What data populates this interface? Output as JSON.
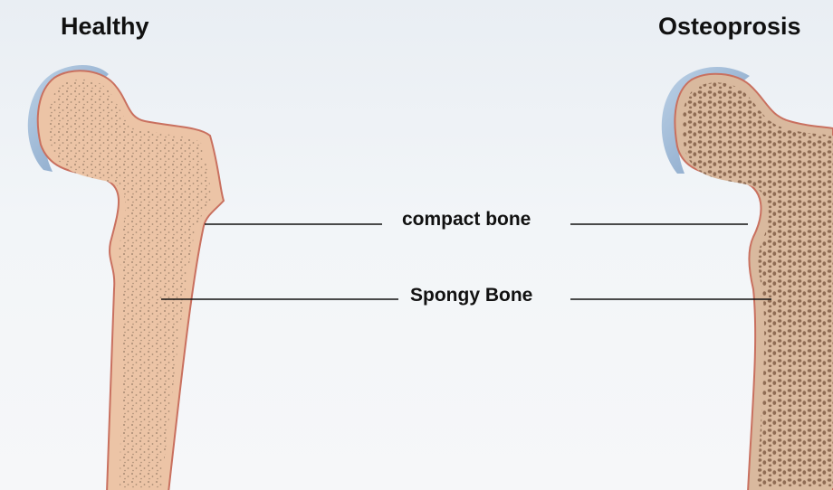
{
  "titles": {
    "healthy": "Healthy",
    "osteoporosis": "Osteoprosis"
  },
  "labels": {
    "compact": "compact bone",
    "spongy": "Spongy Bone"
  },
  "colors": {
    "bone_fill": "#ecc4a6",
    "bone_outline": "#c9705f",
    "cartilage": "#9cb8d6",
    "pore_healthy": "#a98c74",
    "pore_osteo": "#8f6c54",
    "osteo_matrix": "#d9b99e",
    "leader_line": "#111111"
  }
}
